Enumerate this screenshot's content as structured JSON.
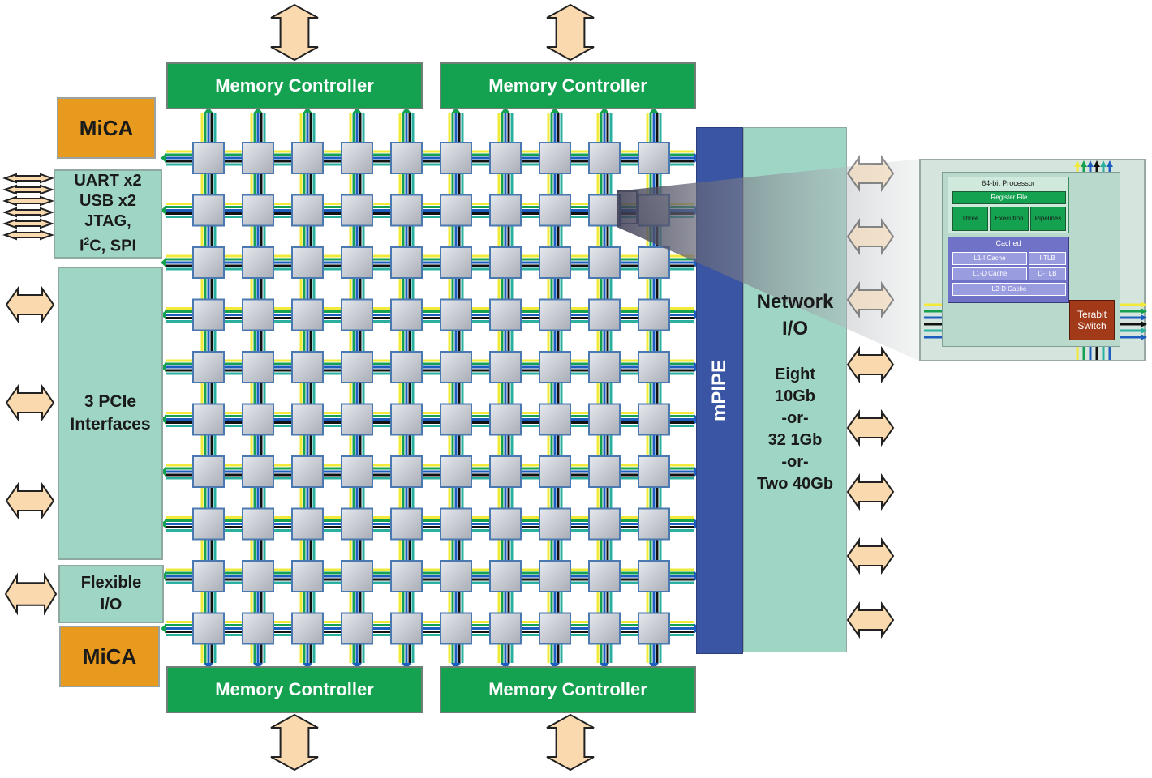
{
  "memory_controllers": [
    "Memory Controller",
    "Memory Controller",
    "Memory Controller",
    "Memory Controller"
  ],
  "mica_top": "MiCA",
  "mica_bottom": "MiCA",
  "io_block": {
    "line1": "UART x2",
    "line2": "USB x2",
    "line3": "JTAG,",
    "line4_prefix": "I",
    "line4_sup": "2",
    "line4_suffix": "C, SPI"
  },
  "pcie_block": {
    "line1": "3 PCIe",
    "line2": "Interfaces"
  },
  "flexible_io": {
    "line1": "Flexible",
    "line2": "I/O"
  },
  "mpipe": "mPIPE",
  "network_io": {
    "title1": "Network",
    "title2": "I/O",
    "lines": [
      "Eight",
      "10Gb",
      "-or-",
      "32 1Gb",
      "-or-",
      "Two 40Gb"
    ]
  },
  "tile_detail": {
    "processor": "64-bit Processor",
    "register_file": "Register File",
    "pipeline_parts": [
      "Three",
      "Execution",
      "Pipelines"
    ],
    "cached": "Cached",
    "l1i": "L1-I Cache",
    "itlb": "I-TLB",
    "l1d": "L1-D Cache",
    "dtlb": "D-TLB",
    "l2": "L2-D Cache",
    "switch1": "Terabit",
    "switch2": "Switch"
  },
  "grid": {
    "rows": 10,
    "cols": 10
  },
  "colors": {
    "green": "#14a150",
    "orange": "#e89a1e",
    "teal": "#9fd5c4",
    "blue": "#3a55a3",
    "arrow": "#f9d9ad",
    "switch": "#a23a1a"
  }
}
